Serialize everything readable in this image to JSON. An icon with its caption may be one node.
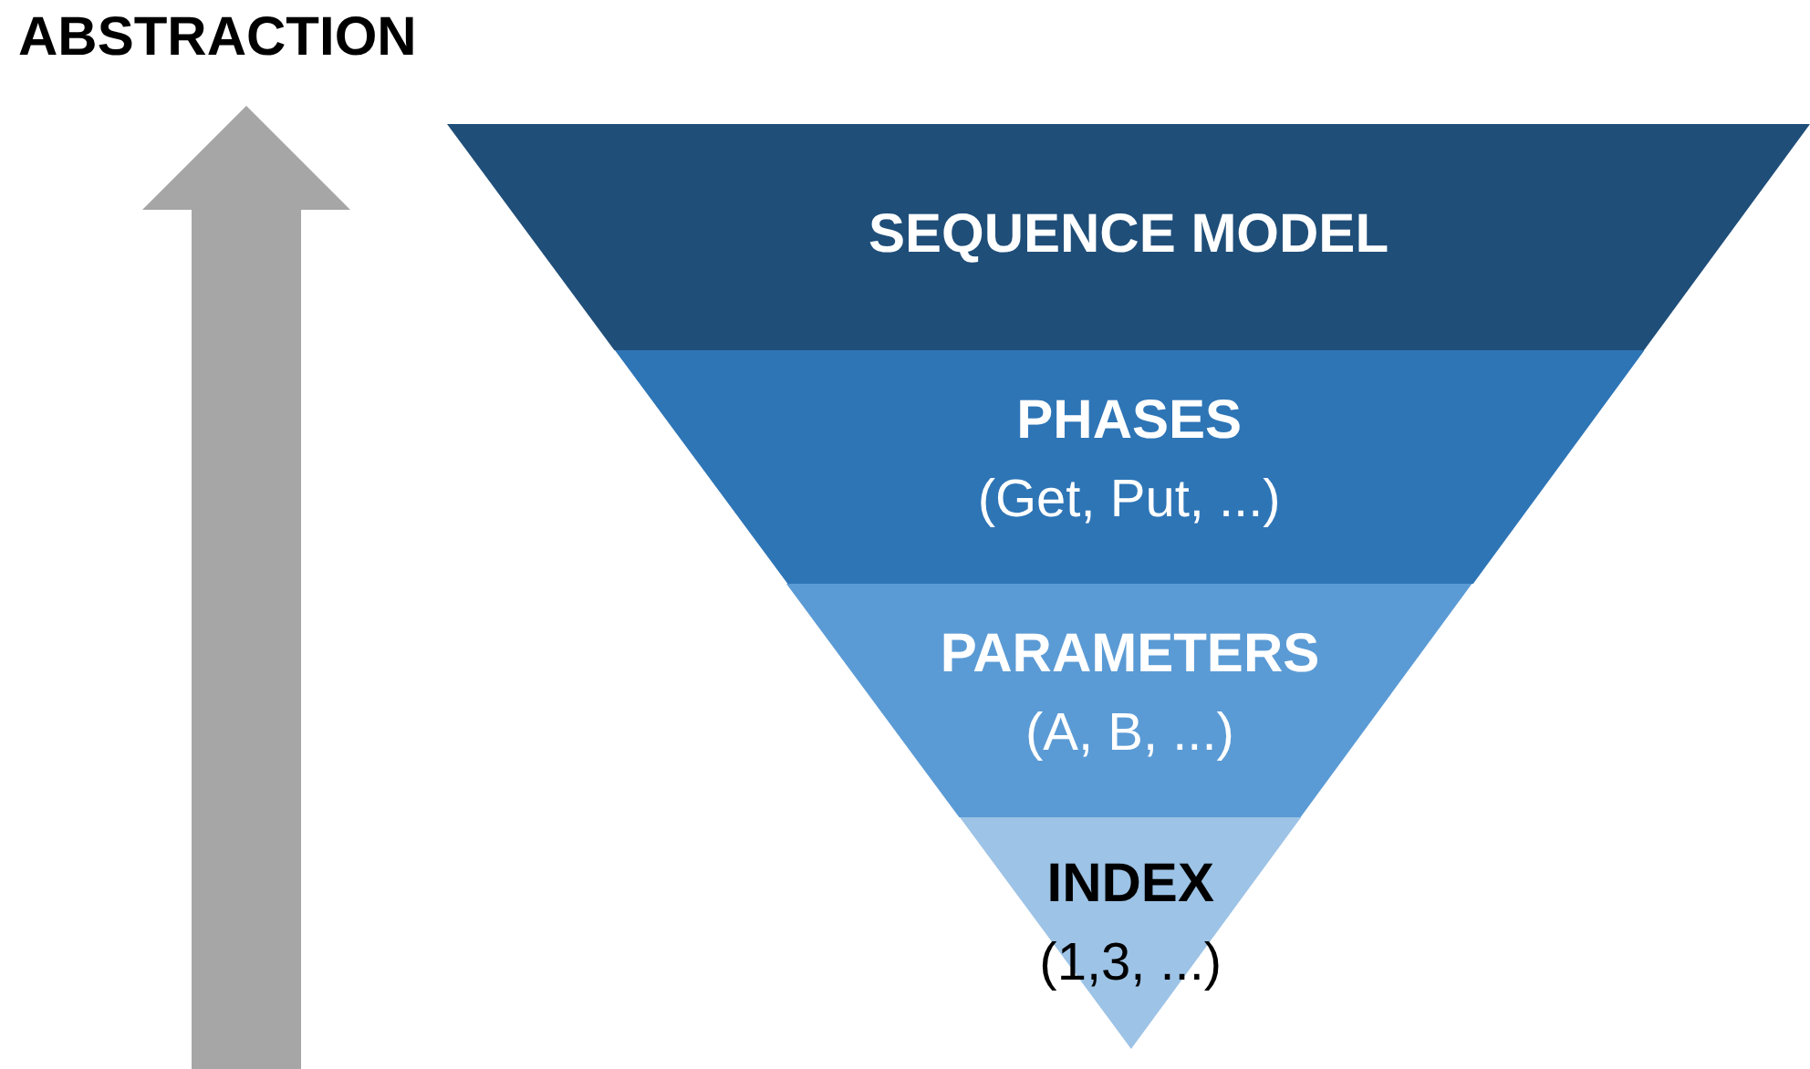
{
  "diagram": {
    "nodes": [
      {
        "text": [
          "SEQUENCE MODEL"
        ]
      },
      {
        "text": [
          "PHASES",
          "(Get, Put, ...)"
        ]
      },
      {
        "text": [
          "PARAMETERS",
          "(A, B, ...)"
        ]
      },
      {
        "text": [
          "INDEX",
          "(1,3, ...)"
        ]
      }
    ],
    "labels": [
      "ABSTRACTION"
    ]
  }
}
